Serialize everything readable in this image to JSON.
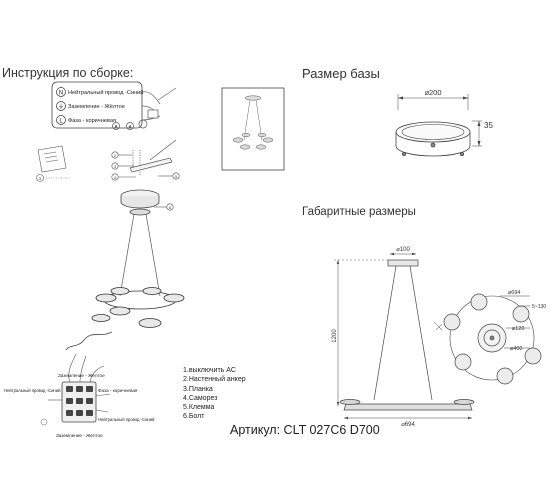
{
  "headings": {
    "assembly": "Инструкция по сборке:",
    "base_size": "Размер базы",
    "overall_dims": "Габаритные размеры"
  },
  "wiring_legend": {
    "neutral": {
      "symbol": "N",
      "label": "Нейтральный провод -Синий"
    },
    "ground": {
      "symbol": "⏚",
      "label": "Заземление - Жёлтое"
    },
    "phase": {
      "symbol": "L",
      "label": "Фаза - коричневая"
    }
  },
  "lower_wiring_labels": {
    "ground_top": "Заземление - Жёлтое",
    "neutral": "Нейтральный провод -Синий",
    "phase": "Фаза - коричневая",
    "neutral_right": "Нейтральный провод -Синий",
    "ground_bottom": "Заземление - Жёлтое"
  },
  "steps": [
    "1.выключить AC",
    "2.Настенный анкер",
    "3.Планка",
    "4.Саморез",
    "5.Клемма",
    "6.Болт"
  ],
  "callouts": [
    "1",
    "2",
    "3",
    "4",
    "5",
    "6"
  ],
  "base_dimensions": {
    "diameter": "⌀200",
    "height": "35"
  },
  "overall_dimensions": {
    "top_diameter": "⌀100",
    "height": "1200",
    "bottom_diameter": "⌀694",
    "plan_outer": "⌀694",
    "plan_ring": "⌀120",
    "plan_inner": "⌀400",
    "plan_offset": "5~130"
  },
  "article": "Артикул: CLT 027C6 D700",
  "colors": {
    "line": "#444444",
    "light": "#888888",
    "text": "#222222"
  }
}
